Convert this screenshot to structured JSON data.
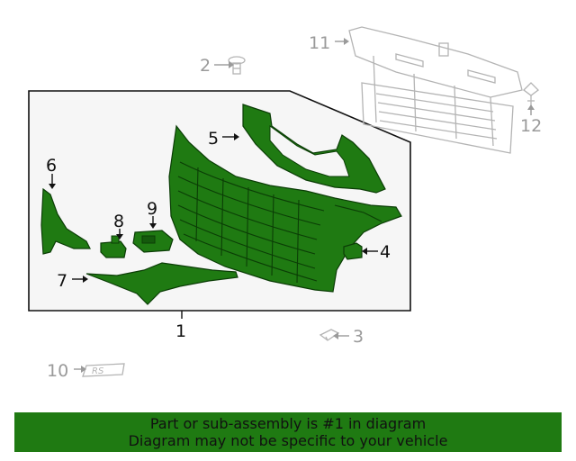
{
  "diagram": {
    "callouts": {
      "c1": "1",
      "c2": "2",
      "c3": "3",
      "c4": "4",
      "c5": "5",
      "c6": "6",
      "c7": "7",
      "c8": "8",
      "c9": "9",
      "c10": "10",
      "c11": "11",
      "c12": "12"
    },
    "emblem_text": "RS",
    "colors": {
      "highlight_fill": "#1f7a12",
      "highlight_stroke": "#0b3d06",
      "ghost_stroke": "#b4b4b4",
      "panel_fill": "#f6f6f6",
      "panel_stroke": "#111111"
    }
  },
  "banner": {
    "line1": "Part or sub-assembly is #1 in diagram",
    "line2": "Diagram may not be specific to your vehicle"
  }
}
